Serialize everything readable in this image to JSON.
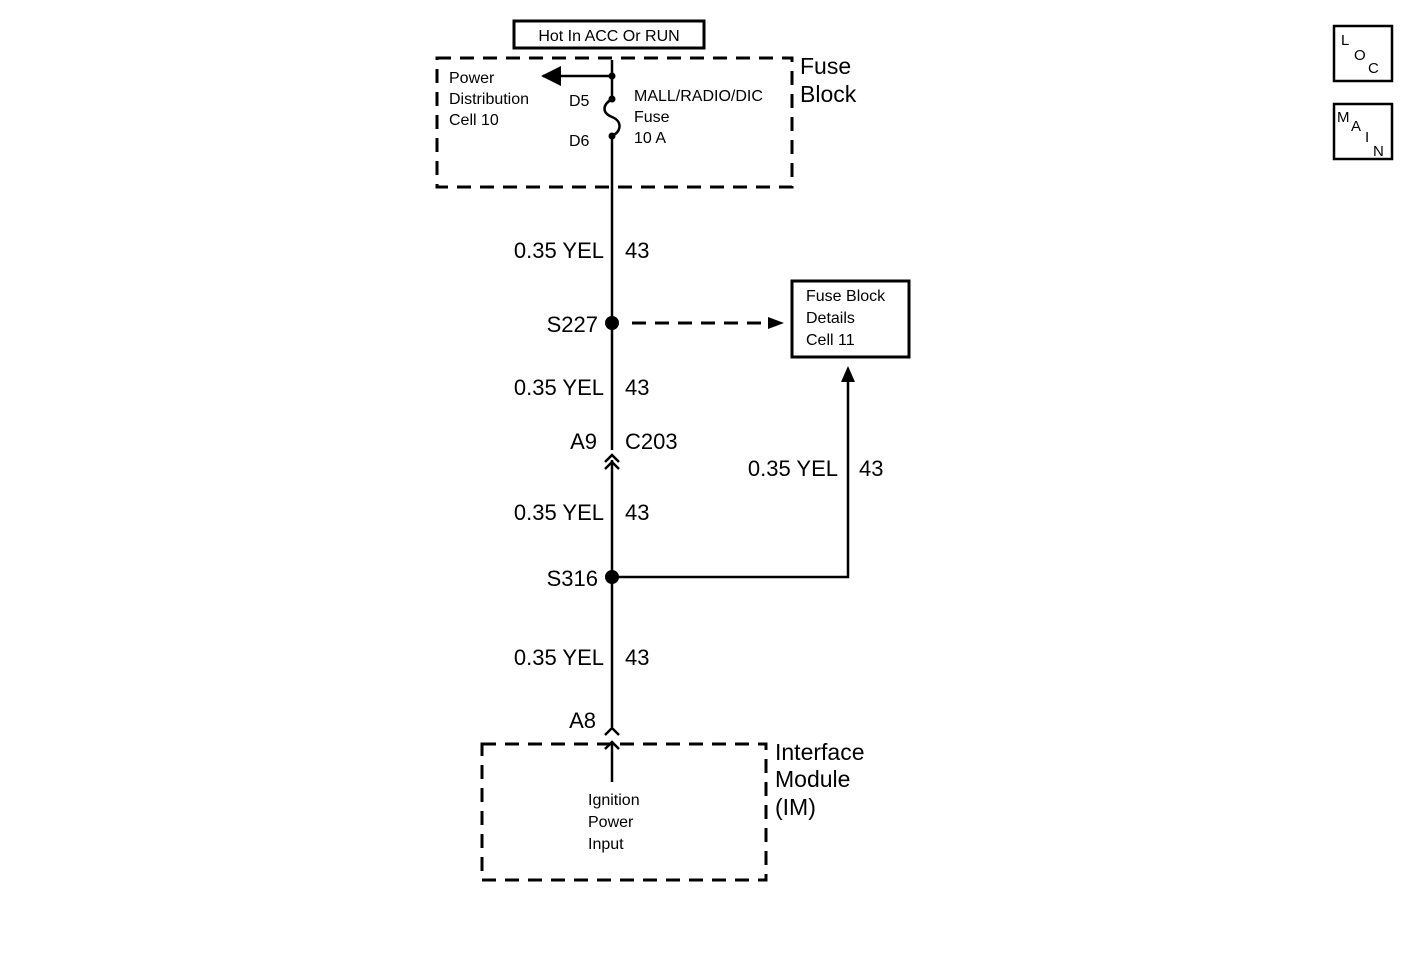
{
  "title_box": "Hot In ACC Or RUN",
  "fuse_block": {
    "name_line1": "Fuse",
    "name_line2": "Block",
    "ref_line1": "Power",
    "ref_line2": "Distribution",
    "ref_line3": "Cell 10",
    "pin_in": "D5",
    "pin_out": "D6",
    "fuse_line1": "MALL/RADIO/DIC",
    "fuse_line2": "Fuse",
    "fuse_line3": "10 A"
  },
  "wires": [
    {
      "gauge_color": "0.35 YEL",
      "circuit": "43"
    },
    {
      "gauge_color": "0.35 YEL",
      "circuit": "43"
    },
    {
      "gauge_color": "0.35 YEL",
      "circuit": "43"
    },
    {
      "gauge_color": "0.35 YEL",
      "circuit": "43"
    },
    {
      "gauge_color": "0.35 YEL",
      "circuit": "43"
    }
  ],
  "splices": {
    "s227": "S227",
    "s316": "S316"
  },
  "connector_c203": {
    "pin": "A9",
    "name": "C203"
  },
  "connector_im": {
    "pin": "A8"
  },
  "details_box": {
    "line1": "Fuse Block",
    "line2": "Details",
    "line3": "Cell 11"
  },
  "interface_module": {
    "name_line1": "Interface",
    "name_line2": "Module",
    "name_line3": "(IM)",
    "input_line1": "Ignition",
    "input_line2": "Power",
    "input_line3": "Input"
  },
  "nav": {
    "loc": [
      "L",
      "O",
      "C"
    ],
    "main": [
      "M",
      "A",
      "I",
      "N"
    ]
  }
}
